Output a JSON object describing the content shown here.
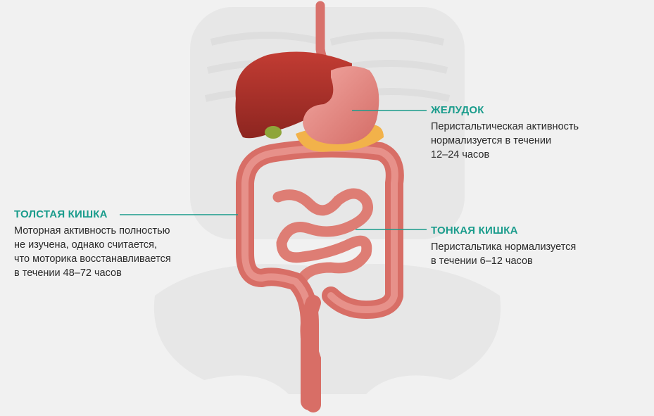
{
  "labels": {
    "stomach": {
      "title": "ЖЕЛУДОК",
      "desc_lines": [
        "Перистальтическая активность",
        "нормализуется в течении",
        "12–24 часов"
      ]
    },
    "large_intestine": {
      "title": "ТОЛСТАЯ КИШКА",
      "desc_lines": [
        "Моторная активность полностью",
        "не изучена, однако считается,",
        "что моторика восстанавливается",
        "в течении 48–72 часов"
      ]
    },
    "small_intestine": {
      "title": "ТОНКАЯ КИШКА",
      "desc_lines": [
        "Перистальтика нормализуется",
        "в течении 6–12 часов"
      ]
    }
  },
  "colors": {
    "accent": "#1a9c8c",
    "background": "#f1f1f1",
    "organ": "#e07a72",
    "liver": "#a8302a"
  }
}
